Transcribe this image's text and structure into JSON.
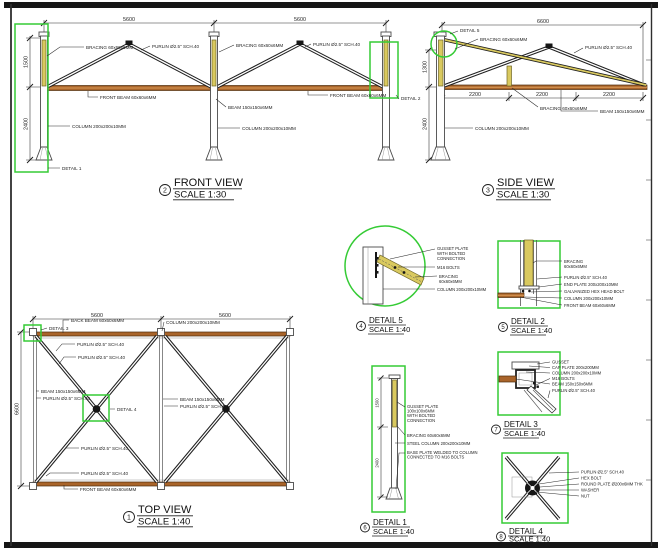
{
  "sheet": {
    "bg": "#ffffff",
    "border_color": "#2e2e2e",
    "highlight_green": "#35cb35",
    "beam_color": "#a9642a",
    "bracing_color": "#d9c95f"
  },
  "front_view": {
    "badge": "2",
    "title": "FRONT VIEW",
    "scale": "SCALE 1:30",
    "dim_bay1": "5600",
    "dim_bay2": "5600",
    "dim_rise": "1500",
    "dim_column": "2400",
    "lbl_bracing_left": "BRACING 60x60x6MM",
    "lbl_bracing_mid": "BRACING 60x60x6MM",
    "lbl_purlin_left": "PURLIN Ø2.5\" SCH.40",
    "lbl_purlin_right": "PURLIN Ø2.5\" SCH.40",
    "lbl_front_beam_left": "FRONT BEAM 60x60x6MM",
    "lbl_front_beam_right": "FRONT BEAM 60x60x6MM",
    "lbl_beam_mid": "BEAM 150x150x6MM",
    "lbl_column_left": "COLUMN 200x200x10MM",
    "lbl_column_mid": "COLUMN 200x200x10MM",
    "lbl_detail1": "DETAIL 1",
    "lbl_detail2": "DETAIL 2"
  },
  "side_view": {
    "badge": "3",
    "title": "SIDE VIEW",
    "scale": "SCALE 1:30",
    "dim_total": "6600",
    "dim_rise": "1300",
    "dim_column": "2400",
    "dim_seg1": "2200",
    "dim_seg2": "2200",
    "dim_seg3": "2200",
    "lbl_detail5": "DETAIL 5",
    "lbl_bracing_top": "BRACING 60x60x6MM",
    "lbl_purlin": "PURLIN Ø2.5\" SCH.40",
    "lbl_bracing_mid": "BRACING 60x60x6MM",
    "lbl_beam": "BEAM 150x150x6MM",
    "lbl_column": "COLUMN 200x200x10MM"
  },
  "top_view": {
    "badge": "1",
    "title": "TOP VIEW",
    "scale": "SCALE 1:40",
    "dim_bay1": "5600",
    "dim_bay2": "5600",
    "dim_depth": "6600",
    "lbl_detail3": "DETAIL 3",
    "lbl_detail4": "DETAIL 4",
    "lbl_back_beam": "BACK BEAM 60x60x6MM",
    "lbl_front_beam": "FRONT BEAM 60x60x6MM",
    "lbl_column": "COLUMN 200x200x10MM",
    "lbl_beam_left": "BEAM 150x150x6MM",
    "lbl_beam_mid": "BEAM 150x150x6MM",
    "lbl_purlin1": "PURLIN Ø2.5\" SCH.40",
    "lbl_purlin2": "PURLIN Ø2.5\" SCH.40",
    "lbl_purlin3": "PURLIN Ø2.5\" SCH.40",
    "lbl_purlin4": "PURLIN Ø2.5\" SCH.40",
    "lbl_purlin5": "PURLIN Ø2.5\" SCH.40",
    "lbl_purlin6": "PURLIN Ø2.5\" SCH.40"
  },
  "detail5": {
    "badge": "4",
    "title": "DETAIL 5",
    "scale": "SCALE 1:40",
    "lbl_gusset_1": "GUSSET PLATE",
    "lbl_gusset_2": "WITH BOLTED",
    "lbl_gusset_3": "CONNECTION",
    "lbl_bolts": "M16 BOLTS",
    "lbl_bracing_1": "BRACING",
    "lbl_bracing_2": "60x60x6MM",
    "lbl_column": "COLUMN 200x200x10MM"
  },
  "detail2": {
    "badge": "5",
    "title": "DETAIL 2",
    "scale": "SCALE 1:40",
    "lbl_bracing_1": "BRACING",
    "lbl_bracing_2": "60x60x6MM",
    "lbl_purlin": "PURLIN Ø2.5\" SCH.40",
    "lbl_end_plate": "END PLATE 200x200x10MM",
    "lbl_bolt": "GALVANIZED HEX HEAD BOLT",
    "lbl_column": "COLUMN 200x200x10MM",
    "lbl_front_beam": "FRONT BEAM 60x60x6MM"
  },
  "detail1": {
    "badge": "6",
    "title": "DETAIL 1",
    "scale": "SCALE 1:40",
    "dim_top": "1500",
    "dim_bottom": "2400",
    "lbl_gusset_1": "GUSSET PLATE",
    "lbl_gusset_2": "100x100x6MM",
    "lbl_gusset_3": "WITH BOLTED",
    "lbl_gusset_4": "CONNECTION",
    "lbl_bracing": "BRACING 60x60x6MM",
    "lbl_column": "STEEL COLUMN 200x200x10MM",
    "lbl_base_1": "BASE PLATE WELDED TO COLUMN",
    "lbl_base_2": "CONNECTED TO M16 BOLTS"
  },
  "detail3": {
    "badge": "7",
    "title": "DETAIL 3",
    "scale": "SCALE 1:40",
    "lbl_gusset": "GUSSET",
    "lbl_cap_plate": "CAP PLATE 200x200MM",
    "lbl_column": "COLUMN 200x200x10MM",
    "lbl_bolts": "M16 BOLTS",
    "lbl_beam": "BEAM 150x150x6MM",
    "lbl_purlin": "PURLIN Ø2.5\" SCH.40"
  },
  "detail4": {
    "badge": "8",
    "title": "DETAIL 4",
    "scale": "SCALE 1:40",
    "lbl_purlin": "PURLIN Ø2.5\" SCH.40",
    "lbl_bolt": "HEX BOLT",
    "lbl_plate": "ROUND PLATE Ø200x6MM THK",
    "lbl_washer": "WASHER",
    "lbl_nut": "NUT"
  }
}
